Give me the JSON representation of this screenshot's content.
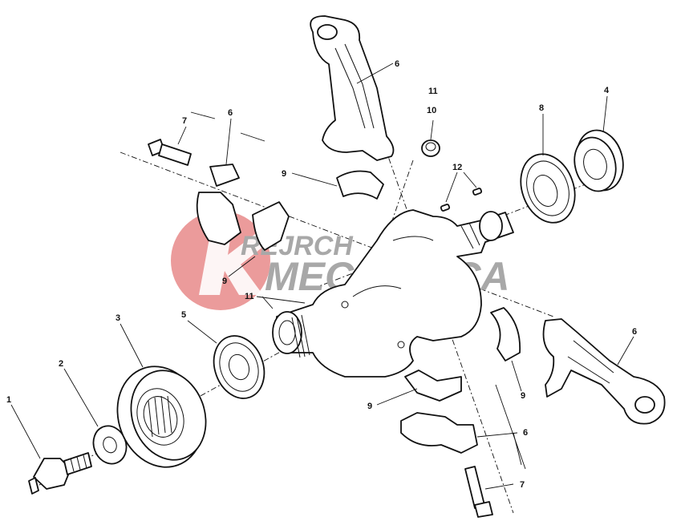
{
  "watermark": {
    "line1": "REJRCH",
    "line2": "MECCANICA",
    "disc_color": "#e88a8a",
    "text_color": "#a8a8a8"
  },
  "callouts": {
    "c1": "1",
    "c2": "2",
    "c3": "3",
    "c4": "4",
    "c5": "5",
    "c6a": "6",
    "c6b": "6",
    "c6c": "6",
    "c6d": "6",
    "c7a": "7",
    "c7b": "7",
    "c8": "8",
    "c9a": "9",
    "c9b": "9",
    "c9c": "9",
    "c9d": "9",
    "c10": "10",
    "c11a": "11",
    "c11b": "11",
    "c12": "12"
  }
}
